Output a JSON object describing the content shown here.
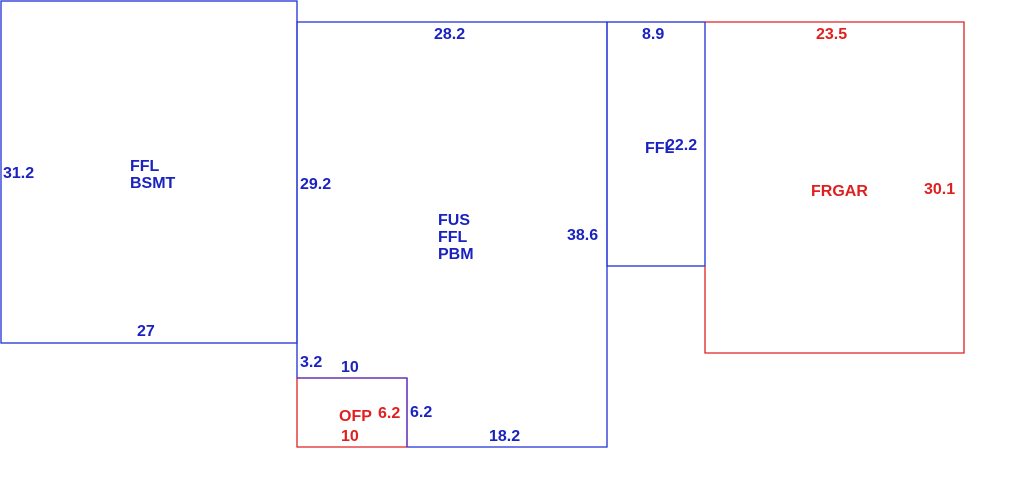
{
  "colors": {
    "living_area": "#1a22c0",
    "non_living_area": "#e02020",
    "shared_edge": "#6a28b0"
  },
  "areas": {
    "basement": {
      "code_lines": [
        "FFL",
        "BSMT"
      ],
      "dims": {
        "top": "",
        "left": "31.2",
        "bottom": "27"
      }
    },
    "main": {
      "code_lines": [
        "FUS",
        "FFL",
        "PBM"
      ],
      "dims": {
        "top": "28.2",
        "left": "29.2",
        "right": "38.6",
        "bottom": "18.2",
        "step_left": "3.2",
        "step_top": "10",
        "step_right": "6.2"
      }
    },
    "addition": {
      "code_lines": [
        "FFL"
      ],
      "dims": {
        "top": "8.9",
        "right": "22.2"
      }
    },
    "garage": {
      "code_lines": [
        "FRGAR"
      ],
      "dims": {
        "top": "23.5",
        "right": "30.1"
      }
    },
    "porch": {
      "code_lines": [
        "OFP"
      ],
      "dims": {
        "right": "6.2",
        "bottom": "10"
      }
    }
  }
}
